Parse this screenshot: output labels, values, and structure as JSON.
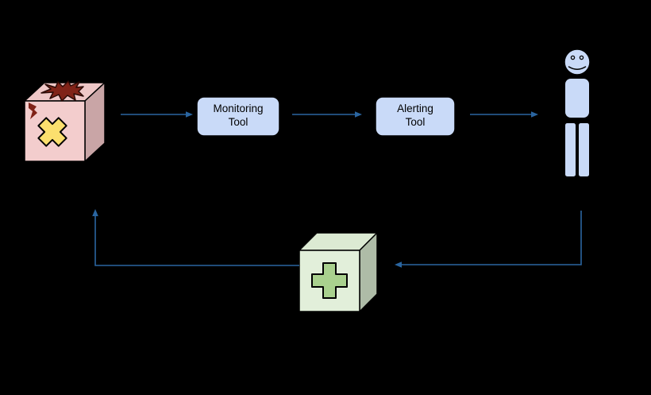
{
  "canvas": {
    "background": "#000000"
  },
  "colors": {
    "node_fill": "#c9daf8",
    "outline": "#000000",
    "arrow": "#2a65a0",
    "broken_cube_front": "#f3cdcd",
    "broken_cube_top": "#eec7c7",
    "broken_cube_side": "#c9a5a6",
    "explosion": "#802318",
    "explosion_outline": "#2a0a06",
    "error_x": "#fbdf6e",
    "fix_cube_front": "#e2efda",
    "fix_cube_top": "#dcead3",
    "fix_cube_side": "#aebca7",
    "plus": "#a9d18e"
  },
  "nodes": {
    "broken_system": {
      "icon": "broken-system-cube-with-explosion-bolt-and-x"
    },
    "monitoring_tool": {
      "line1": "Monitoring",
      "line2": "Tool"
    },
    "alerting_tool": {
      "line1": "Alerting",
      "line2": "Tool"
    },
    "person": {
      "icon": "smiley-person-figure"
    },
    "fix": {
      "icon": "first-aid-plus-cube"
    }
  },
  "edges": [
    {
      "from": "broken_system",
      "to": "monitoring_tool"
    },
    {
      "from": "monitoring_tool",
      "to": "alerting_tool"
    },
    {
      "from": "alerting_tool",
      "to": "person"
    },
    {
      "from": "person",
      "to": "fix"
    },
    {
      "from": "fix",
      "to": "broken_system"
    }
  ]
}
